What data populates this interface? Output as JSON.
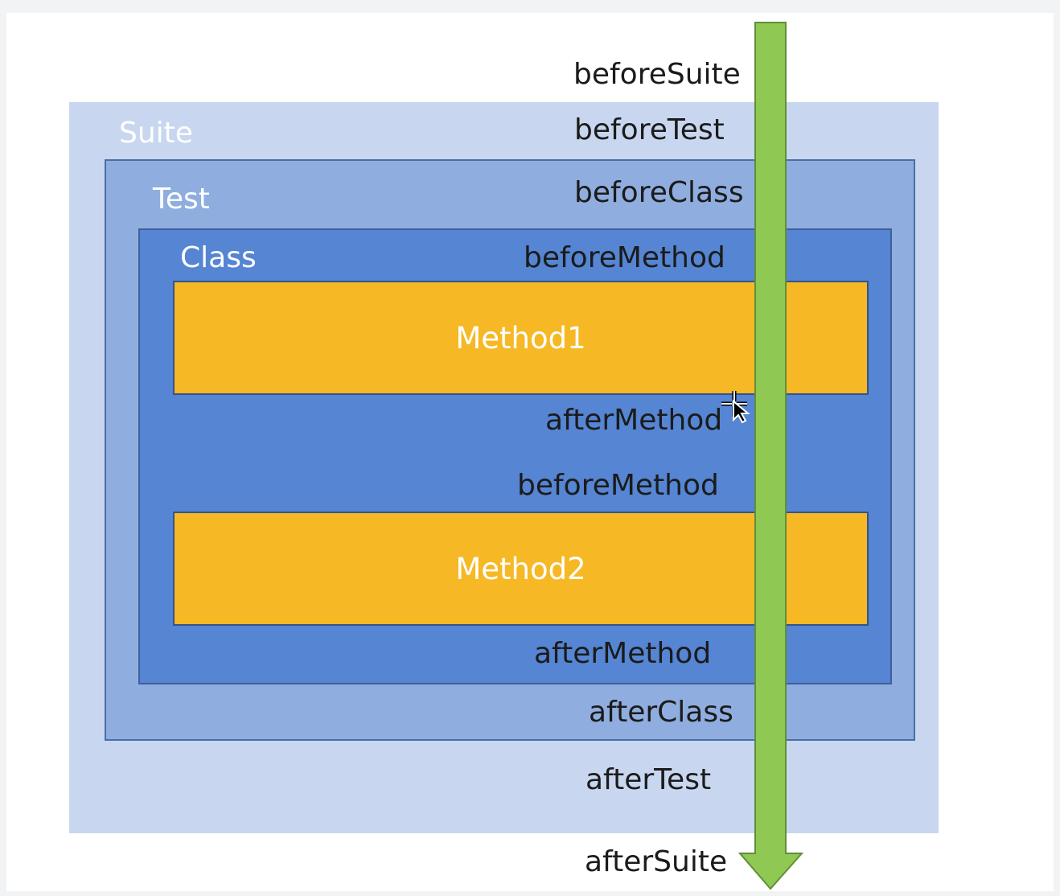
{
  "diagram": {
    "containers": {
      "suite": {
        "label": "Suite"
      },
      "test": {
        "label": "Test"
      },
      "class": {
        "label": "Class"
      }
    },
    "methods": [
      {
        "label": "Method1"
      },
      {
        "label": "Method2"
      }
    ],
    "hooks": {
      "before_suite": "beforeSuite",
      "before_test": "beforeTest",
      "before_class": "beforeClass",
      "before_method_1": "beforeMethod",
      "after_method_1": "afterMethod",
      "before_method_2": "beforeMethod",
      "after_method_2": "afterMethod",
      "after_class": "afterClass",
      "after_test": "afterTest",
      "after_suite": "afterSuite"
    },
    "colors": {
      "suite": "#c8d7ef",
      "test": "#8faedf",
      "class": "#5585d3",
      "method": "#f7b825",
      "arrow": "#8fc852"
    },
    "cursor_icon": "move-cursor-icon"
  }
}
